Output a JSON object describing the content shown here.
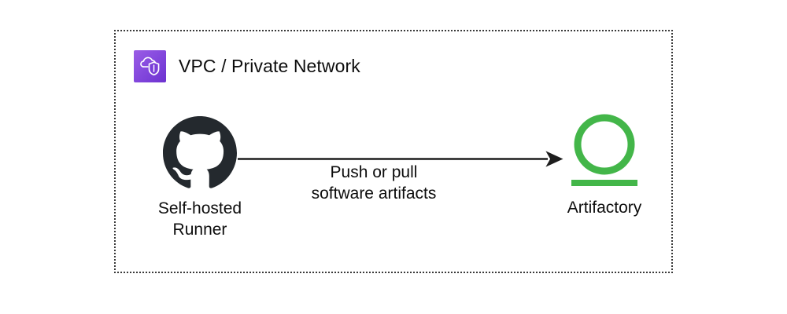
{
  "diagram": {
    "background_color": "#ffffff",
    "boundary": {
      "label": "VPC / Private Network",
      "icon_name": "vpc-cloud-shield-icon",
      "border_style": "dotted",
      "border_color": "#3a3a3a",
      "icon_gradient_from": "#9b5de5",
      "icon_gradient_to": "#6d32cf"
    },
    "nodes": [
      {
        "id": "self-hosted-runner",
        "icon_name": "github-octocat-icon",
        "icon_color": "#24292e",
        "label_line_1": "Self-hosted",
        "label_line_2": "Runner"
      },
      {
        "id": "artifactory",
        "icon_name": "artifactory-logo-icon",
        "icon_color": "#43b649",
        "label_line_1": "Artifactory"
      }
    ],
    "edges": [
      {
        "id": "runner-to-artifactory",
        "from": "self-hosted-runner",
        "to": "artifactory",
        "direction": "right",
        "color": "#1d1d1d",
        "label_line_1": "Push or pull",
        "label_line_2": "software artifacts"
      }
    ]
  }
}
